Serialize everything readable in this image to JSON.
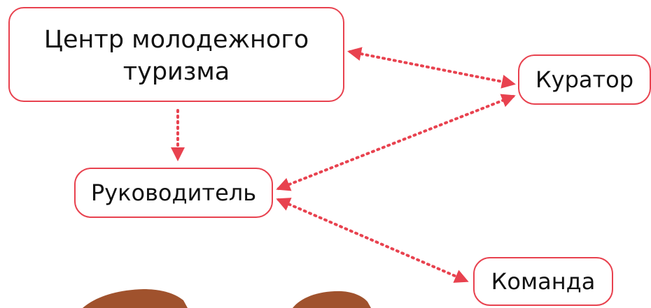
{
  "diagram": {
    "nodes": {
      "center_line1": "Центр молодежного",
      "center_line2": "туризма",
      "curator": "Куратор",
      "leader": "Руководитель",
      "team": "Команда"
    },
    "accent_color": "#e8424f",
    "decoration_color": "#a0522d",
    "connectors": [
      {
        "from": "center",
        "to": "curator",
        "style": "dotted",
        "arrows": "both"
      },
      {
        "from": "center",
        "to": "leader",
        "style": "dotted",
        "arrows": "end"
      },
      {
        "from": "leader",
        "to": "curator",
        "style": "dotted",
        "arrows": "both"
      },
      {
        "from": "leader",
        "to": "team",
        "style": "dotted",
        "arrows": "both"
      }
    ]
  }
}
